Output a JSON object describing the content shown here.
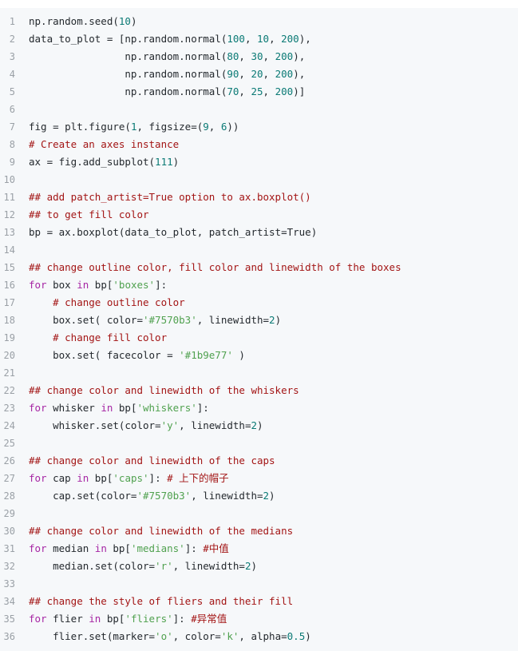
{
  "code_editor": {
    "language": "python",
    "lines": [
      [
        {
          "t": "plain",
          "v": "np.random.seed("
        },
        {
          "t": "num",
          "v": "10"
        },
        {
          "t": "plain",
          "v": ")"
        }
      ],
      [
        {
          "t": "plain",
          "v": "data_to_plot = [np.random.normal("
        },
        {
          "t": "num",
          "v": "100"
        },
        {
          "t": "plain",
          "v": ", "
        },
        {
          "t": "num",
          "v": "10"
        },
        {
          "t": "plain",
          "v": ", "
        },
        {
          "t": "num",
          "v": "200"
        },
        {
          "t": "plain",
          "v": "),"
        }
      ],
      [
        {
          "t": "plain",
          "v": "                np.random.normal("
        },
        {
          "t": "num",
          "v": "80"
        },
        {
          "t": "plain",
          "v": ", "
        },
        {
          "t": "num",
          "v": "30"
        },
        {
          "t": "plain",
          "v": ", "
        },
        {
          "t": "num",
          "v": "200"
        },
        {
          "t": "plain",
          "v": "),"
        }
      ],
      [
        {
          "t": "plain",
          "v": "                np.random.normal("
        },
        {
          "t": "num",
          "v": "90"
        },
        {
          "t": "plain",
          "v": ", "
        },
        {
          "t": "num",
          "v": "20"
        },
        {
          "t": "plain",
          "v": ", "
        },
        {
          "t": "num",
          "v": "200"
        },
        {
          "t": "plain",
          "v": "),"
        }
      ],
      [
        {
          "t": "plain",
          "v": "                np.random.normal("
        },
        {
          "t": "num",
          "v": "70"
        },
        {
          "t": "plain",
          "v": ", "
        },
        {
          "t": "num",
          "v": "25"
        },
        {
          "t": "plain",
          "v": ", "
        },
        {
          "t": "num",
          "v": "200"
        },
        {
          "t": "plain",
          "v": ")]"
        }
      ],
      [],
      [
        {
          "t": "plain",
          "v": "fig = plt.figure("
        },
        {
          "t": "num",
          "v": "1"
        },
        {
          "t": "plain",
          "v": ", figsize=("
        },
        {
          "t": "num",
          "v": "9"
        },
        {
          "t": "plain",
          "v": ", "
        },
        {
          "t": "num",
          "v": "6"
        },
        {
          "t": "plain",
          "v": "))"
        }
      ],
      [
        {
          "t": "com",
          "v": "# Create an axes instance"
        }
      ],
      [
        {
          "t": "plain",
          "v": "ax = fig.add_subplot("
        },
        {
          "t": "num",
          "v": "111"
        },
        {
          "t": "plain",
          "v": ")"
        }
      ],
      [],
      [
        {
          "t": "com",
          "v": "## add patch_artist=True option to ax.boxplot()"
        }
      ],
      [
        {
          "t": "com",
          "v": "## to get fill color"
        }
      ],
      [
        {
          "t": "plain",
          "v": "bp = ax.boxplot(data_to_plot, patch_artist=True)"
        }
      ],
      [],
      [
        {
          "t": "com",
          "v": "## change outline color, fill color and linewidth of the boxes"
        }
      ],
      [
        {
          "t": "kw",
          "v": "for"
        },
        {
          "t": "plain",
          "v": " box "
        },
        {
          "t": "kw",
          "v": "in"
        },
        {
          "t": "plain",
          "v": " bp["
        },
        {
          "t": "str",
          "v": "'boxes'"
        },
        {
          "t": "plain",
          "v": "]:"
        }
      ],
      [
        {
          "t": "plain",
          "v": "    "
        },
        {
          "t": "com",
          "v": "# change outline color"
        }
      ],
      [
        {
          "t": "plain",
          "v": "    box.set( color="
        },
        {
          "t": "str",
          "v": "'#7570b3'"
        },
        {
          "t": "plain",
          "v": ", linewidth="
        },
        {
          "t": "num",
          "v": "2"
        },
        {
          "t": "plain",
          "v": ")"
        }
      ],
      [
        {
          "t": "plain",
          "v": "    "
        },
        {
          "t": "com",
          "v": "# change fill color"
        }
      ],
      [
        {
          "t": "plain",
          "v": "    box.set( facecolor = "
        },
        {
          "t": "str",
          "v": "'#1b9e77'"
        },
        {
          "t": "plain",
          "v": " )"
        }
      ],
      [],
      [
        {
          "t": "com",
          "v": "## change color and linewidth of the whiskers"
        }
      ],
      [
        {
          "t": "kw",
          "v": "for"
        },
        {
          "t": "plain",
          "v": " whisker "
        },
        {
          "t": "kw",
          "v": "in"
        },
        {
          "t": "plain",
          "v": " bp["
        },
        {
          "t": "str",
          "v": "'whiskers'"
        },
        {
          "t": "plain",
          "v": "]:"
        }
      ],
      [
        {
          "t": "plain",
          "v": "    whisker.set(color="
        },
        {
          "t": "str",
          "v": "'y'"
        },
        {
          "t": "plain",
          "v": ", linewidth="
        },
        {
          "t": "num",
          "v": "2"
        },
        {
          "t": "plain",
          "v": ")"
        }
      ],
      [],
      [
        {
          "t": "com",
          "v": "## change color and linewidth of the caps"
        }
      ],
      [
        {
          "t": "kw",
          "v": "for"
        },
        {
          "t": "plain",
          "v": " cap "
        },
        {
          "t": "kw",
          "v": "in"
        },
        {
          "t": "plain",
          "v": " bp["
        },
        {
          "t": "str",
          "v": "'caps'"
        },
        {
          "t": "plain",
          "v": "]: "
        },
        {
          "t": "com",
          "v": "# 上下的帽子"
        }
      ],
      [
        {
          "t": "plain",
          "v": "    cap.set(color="
        },
        {
          "t": "str",
          "v": "'#7570b3'"
        },
        {
          "t": "plain",
          "v": ", linewidth="
        },
        {
          "t": "num",
          "v": "2"
        },
        {
          "t": "plain",
          "v": ")"
        }
      ],
      [],
      [
        {
          "t": "com",
          "v": "## change color and linewidth of the medians"
        }
      ],
      [
        {
          "t": "kw",
          "v": "for"
        },
        {
          "t": "plain",
          "v": " median "
        },
        {
          "t": "kw",
          "v": "in"
        },
        {
          "t": "plain",
          "v": " bp["
        },
        {
          "t": "str",
          "v": "'medians'"
        },
        {
          "t": "plain",
          "v": "]: "
        },
        {
          "t": "com",
          "v": "#中值"
        }
      ],
      [
        {
          "t": "plain",
          "v": "    median.set(color="
        },
        {
          "t": "str",
          "v": "'r'"
        },
        {
          "t": "plain",
          "v": ", linewidth="
        },
        {
          "t": "num",
          "v": "2"
        },
        {
          "t": "plain",
          "v": ")"
        }
      ],
      [],
      [
        {
          "t": "com",
          "v": "## change the style of fliers and their fill"
        }
      ],
      [
        {
          "t": "kw",
          "v": "for"
        },
        {
          "t": "plain",
          "v": " flier "
        },
        {
          "t": "kw",
          "v": "in"
        },
        {
          "t": "plain",
          "v": " bp["
        },
        {
          "t": "str",
          "v": "'fliers'"
        },
        {
          "t": "plain",
          "v": "]: "
        },
        {
          "t": "com",
          "v": "#异常值"
        }
      ],
      [
        {
          "t": "plain",
          "v": "    flier.set(marker="
        },
        {
          "t": "str",
          "v": "'o'"
        },
        {
          "t": "plain",
          "v": ", color="
        },
        {
          "t": "str",
          "v": "'k'"
        },
        {
          "t": "plain",
          "v": ", alpha="
        },
        {
          "t": "num",
          "v": "0.5"
        },
        {
          "t": "plain",
          "v": ")"
        }
      ]
    ]
  },
  "colors": {
    "background": "#f6f8fa",
    "line_number": "#9aa0a6",
    "keyword": "#a626a4",
    "string": "#50a14f",
    "number": "#0b7a75",
    "comment": "#a31515",
    "text": "#24292e"
  }
}
